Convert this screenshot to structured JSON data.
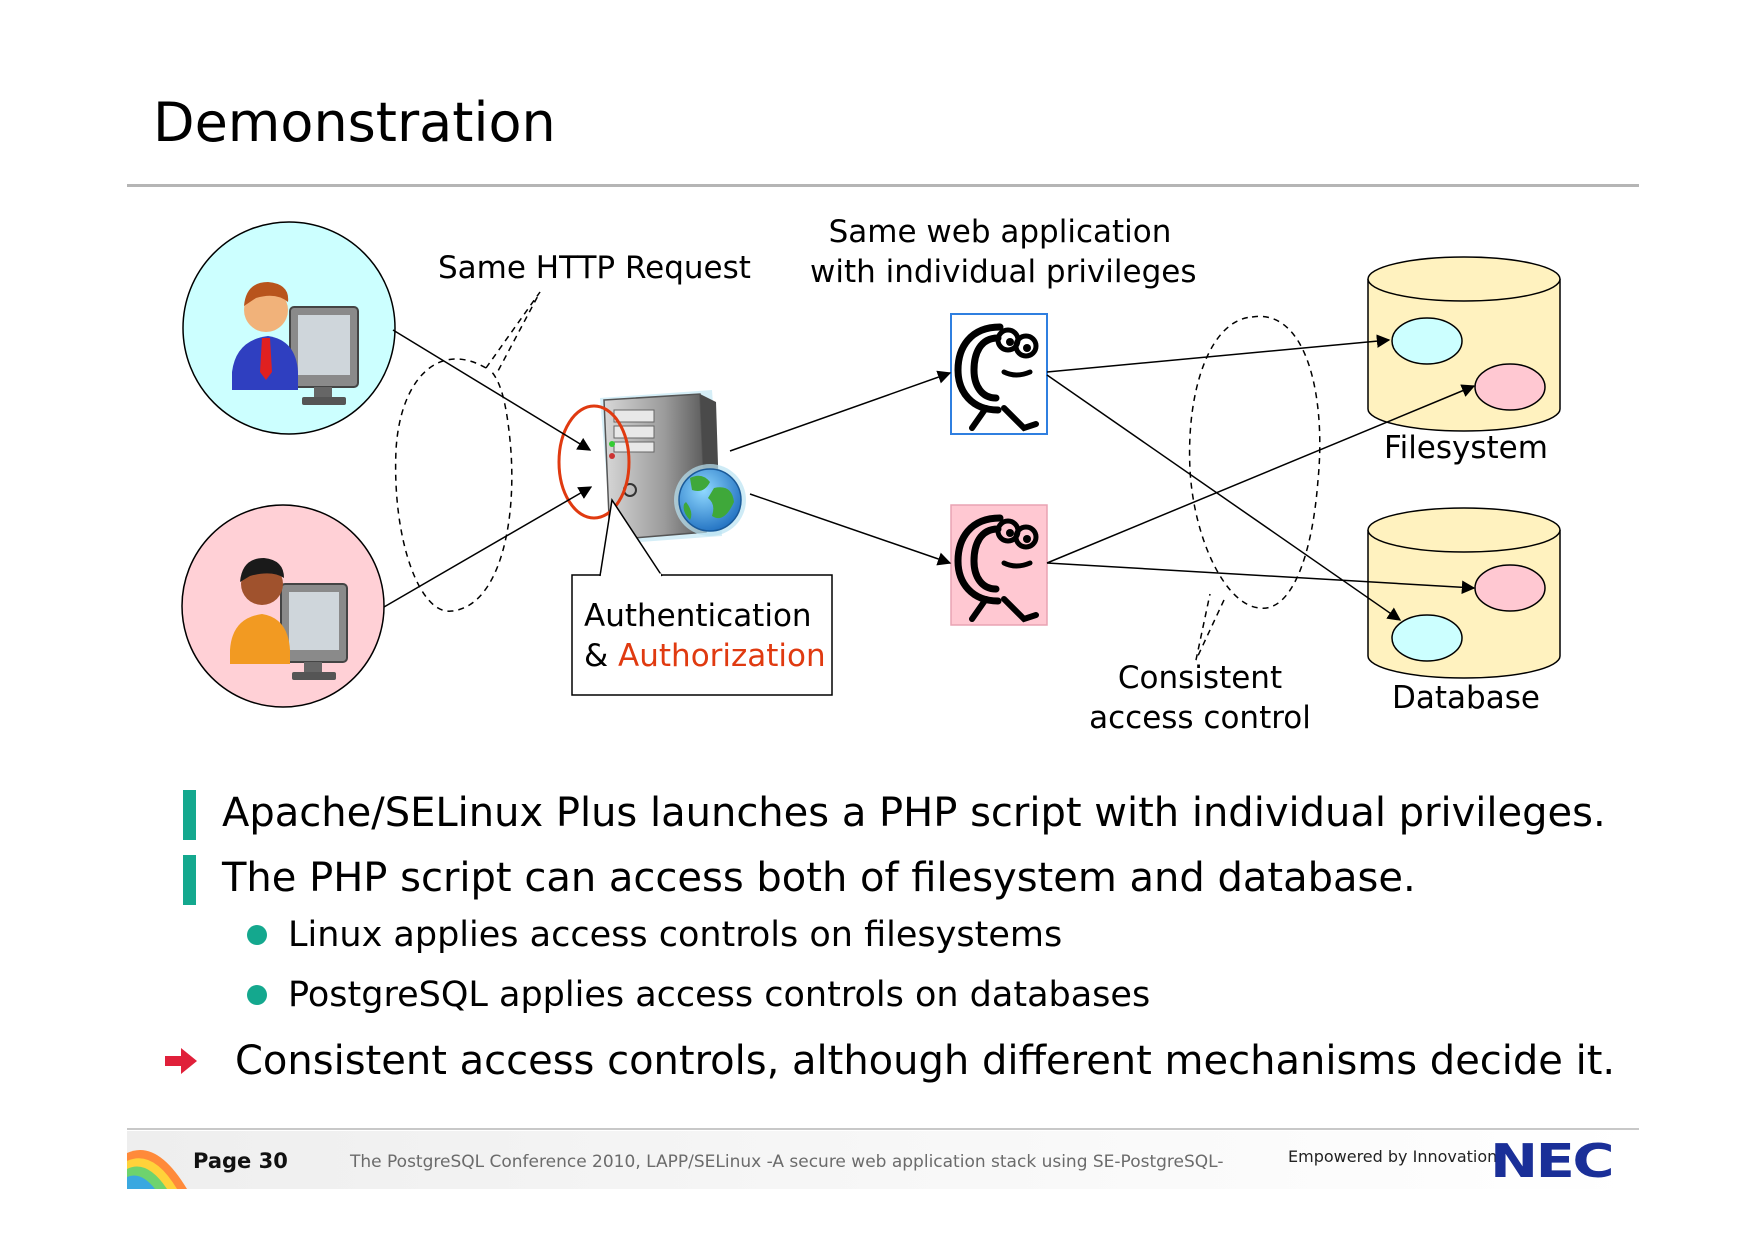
{
  "title": "Demonstration",
  "diagram": {
    "label_same_request": "Same HTTP Request",
    "label_same_app_line1": "Same web application",
    "label_same_app_line2": "with individual privileges",
    "label_filesystem": "Filesystem",
    "label_database": "Database",
    "label_auth_line1": "Authentication",
    "label_auth_amp": "& ",
    "label_auth_authorization": "Authorization",
    "label_consistent_line1": "Consistent",
    "label_consistent_line2": "access control",
    "colors": {
      "user1_circle": "#ccffff",
      "user2_circle": "#ffd0d6",
      "process1_border": "#2f7fe0",
      "process2_fill": "#ffc8d2",
      "cylinder_fill": "#fff2bf",
      "object_cyan": "#ccffff",
      "object_pink": "#ffc8d2",
      "auth_highlight": "#e03a10"
    },
    "icons": [
      "user-at-computer-icon",
      "user-at-computer-icon",
      "server-tower-icon",
      "globe-icon",
      "php-process-icon",
      "php-process-icon"
    ]
  },
  "bullets": [
    "Apache/SELinux Plus launches a PHP script with individual privileges.",
    "The PHP script can access both of filesystem and database."
  ],
  "sub_bullets": [
    "Linux applies access controls on filesystems",
    "PostgreSQL applies access controls on databases"
  ],
  "conclusion": "Consistent access controls, although different mechanisms decide it.",
  "footer": {
    "page": "Page 30",
    "conference": "The PostgreSQL Conference 2010, LAPP/SELinux -A secure web application stack using SE-PostgreSQL-",
    "tagline": "Empowered by Innovation",
    "logo": "NEC"
  }
}
